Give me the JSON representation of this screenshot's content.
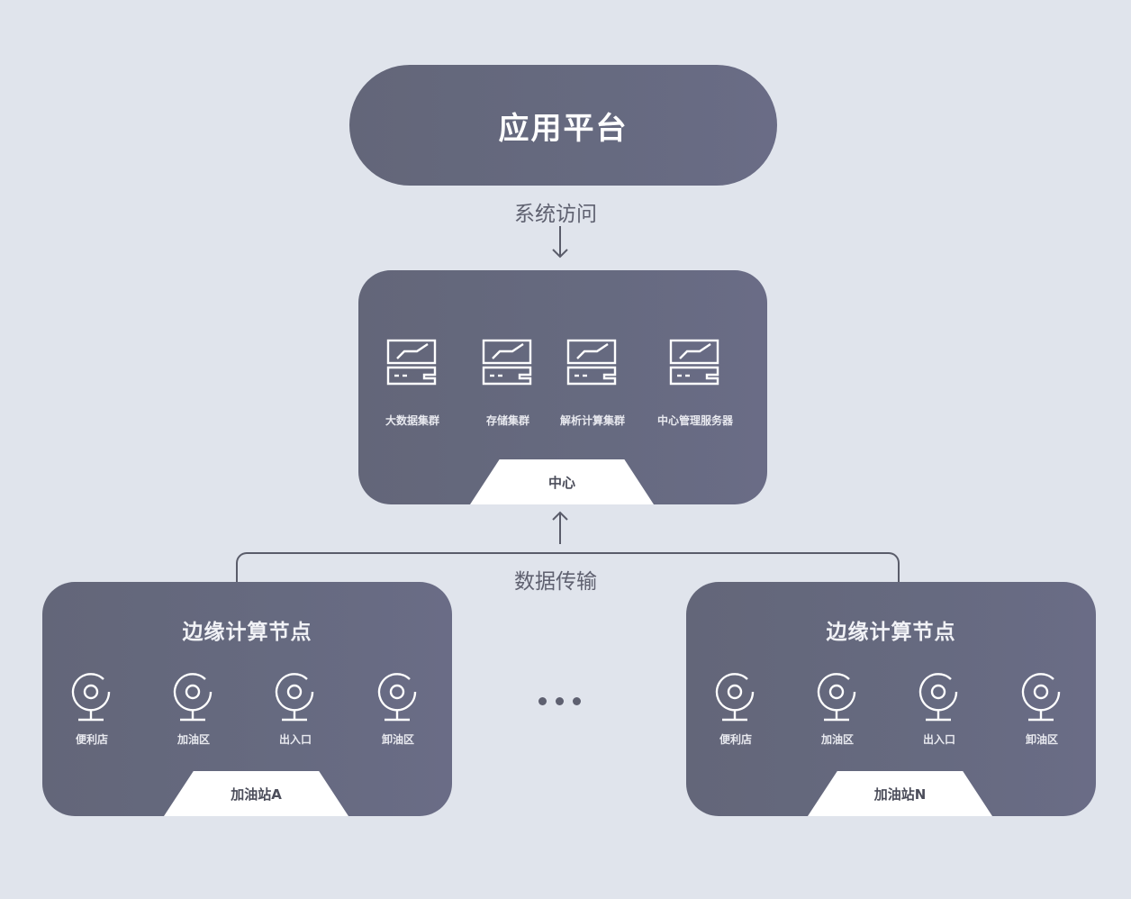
{
  "app_platform": {
    "title": "应用平台"
  },
  "system_access": {
    "label": "系统访问",
    "arrow": "down-arrow"
  },
  "center": {
    "badge": "中心",
    "servers": [
      {
        "icon": "server-monitor-icon",
        "label": "大数据集群"
      },
      {
        "icon": "server-monitor-icon",
        "label": "存储集群"
      },
      {
        "icon": "server-monitor-icon",
        "label": "解析计算集群"
      },
      {
        "icon": "server-monitor-icon",
        "label": "中心管理服务器"
      }
    ]
  },
  "data_transfer": {
    "label": "数据传输",
    "arrow": "up-arrow"
  },
  "edge_nodes": [
    {
      "title": "边缘计算节点",
      "badge": "加油站A",
      "cameras": [
        {
          "icon": "camera-icon",
          "label": "便利店"
        },
        {
          "icon": "camera-icon",
          "label": "加油区"
        },
        {
          "icon": "camera-icon",
          "label": "出入口"
        },
        {
          "icon": "camera-icon",
          "label": "卸油区"
        }
      ]
    },
    {
      "title": "边缘计算节点",
      "badge": "加油站N",
      "cameras": [
        {
          "icon": "camera-icon",
          "label": "便利店"
        },
        {
          "icon": "camera-icon",
          "label": "加油区"
        },
        {
          "icon": "camera-icon",
          "label": "出入口"
        },
        {
          "icon": "camera-icon",
          "label": "卸油区"
        }
      ]
    }
  ],
  "ellipsis": "...",
  "colors": {
    "background": "#e0e4ec",
    "card": "#666a80",
    "badge": "#ffffff",
    "text_dark": "#5f6170"
  }
}
